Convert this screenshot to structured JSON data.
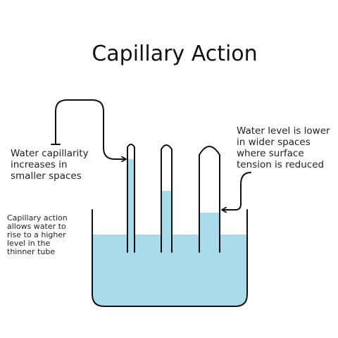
{
  "title": "Capillary Action",
  "annotations": {
    "left_top": [
      "Water capillarity",
      "increases in",
      "smaller spaces"
    ],
    "left_bottom": [
      "Capillary action",
      "allows water to",
      "rise to a higher",
      "level in the",
      "thinner tube"
    ],
    "right_top": [
      "Water level is lower",
      "in wider spaces",
      "where surface",
      "tension is reduced"
    ]
  },
  "colors": {
    "water": "#aadbea",
    "ink": "#111111"
  }
}
